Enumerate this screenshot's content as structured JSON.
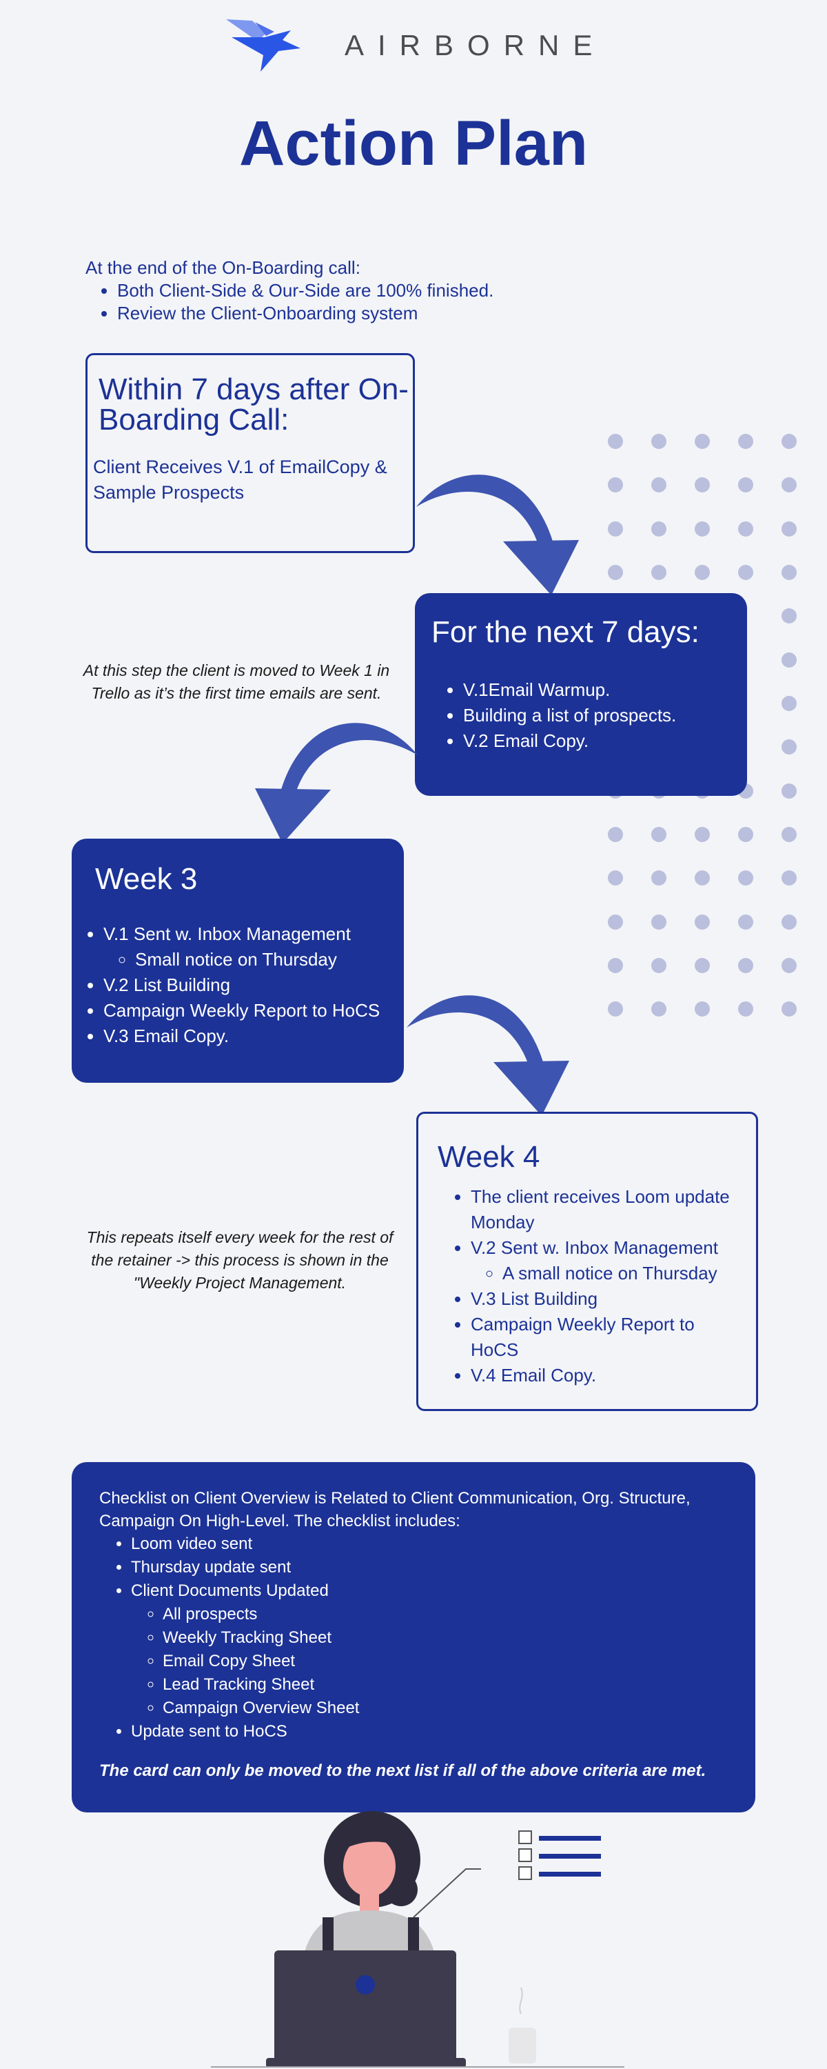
{
  "header": {
    "logo_text": "AIRBORNE",
    "title": "Action Plan"
  },
  "intro": {
    "heading": "At the end of the On-Boarding call:",
    "items": [
      "Both Client-Side & Our-Side are 100% finished.",
      "Review the Client-Onboarding system"
    ]
  },
  "step1": {
    "heading": "Within 7 days after On-Boarding Call:",
    "body": "Client Receives V.1 of EmailCopy & Sample Prospects"
  },
  "step2": {
    "heading": "For the next 7 days:",
    "items": [
      "V.1Email Warmup.",
      "Building a list of prospects.",
      "V.2 Email Copy."
    ]
  },
  "note1": "At this step the client is moved to Week 1 in Trello as it’s the first time emails are sent.",
  "step3": {
    "heading": "Week 3",
    "item1": "V.1 Sent w. Inbox Management",
    "item1_sub": "Small notice on Thursday",
    "item2": "V.2 List Building",
    "item3": "Campaign Weekly Report to HoCS",
    "item4": "V.3 Email Copy."
  },
  "step4": {
    "heading": "Week 4",
    "item1": "The client receives Loom update Monday",
    "item2": "V.2 Sent w. Inbox Management",
    "item2_sub": "A small notice on Thursday",
    "item3": "V.3 List Building",
    "item4": "Campaign Weekly Report to HoCS",
    "item5": "V.4 Email Copy."
  },
  "note2": "This repeats itself every week for the rest of the retainer -> this process is shown in the \"Weekly Project Management.",
  "checklist": {
    "intro": "Checklist on Client Overview is Related to Client Communication, Org. Structure, Campaign On High-Level. The checklist includes:",
    "item1": "Loom video sent",
    "item2": "Thursday update sent",
    "item3": "Client Documents Updated",
    "sub1": "All prospects",
    "sub2": "Weekly Tracking Sheet",
    "sub3": "Email Copy Sheet",
    "sub4": "Lead Tracking Sheet",
    "sub5": "Campaign Overview Sheet",
    "item4": "Update sent to HoCS",
    "final": "The card can only be moved to the next list if all of the above criteria are met."
  },
  "colors": {
    "brand_blue": "#1c3296",
    "arrow_blue": "#3d54b0",
    "dot": "#b9bfdc",
    "background": "#f3f4f7"
  },
  "icons": [
    "bird-logo-icon",
    "curved-arrow-icon",
    "dot-pattern",
    "woman-at-laptop-illustration",
    "checklist-icon"
  ]
}
